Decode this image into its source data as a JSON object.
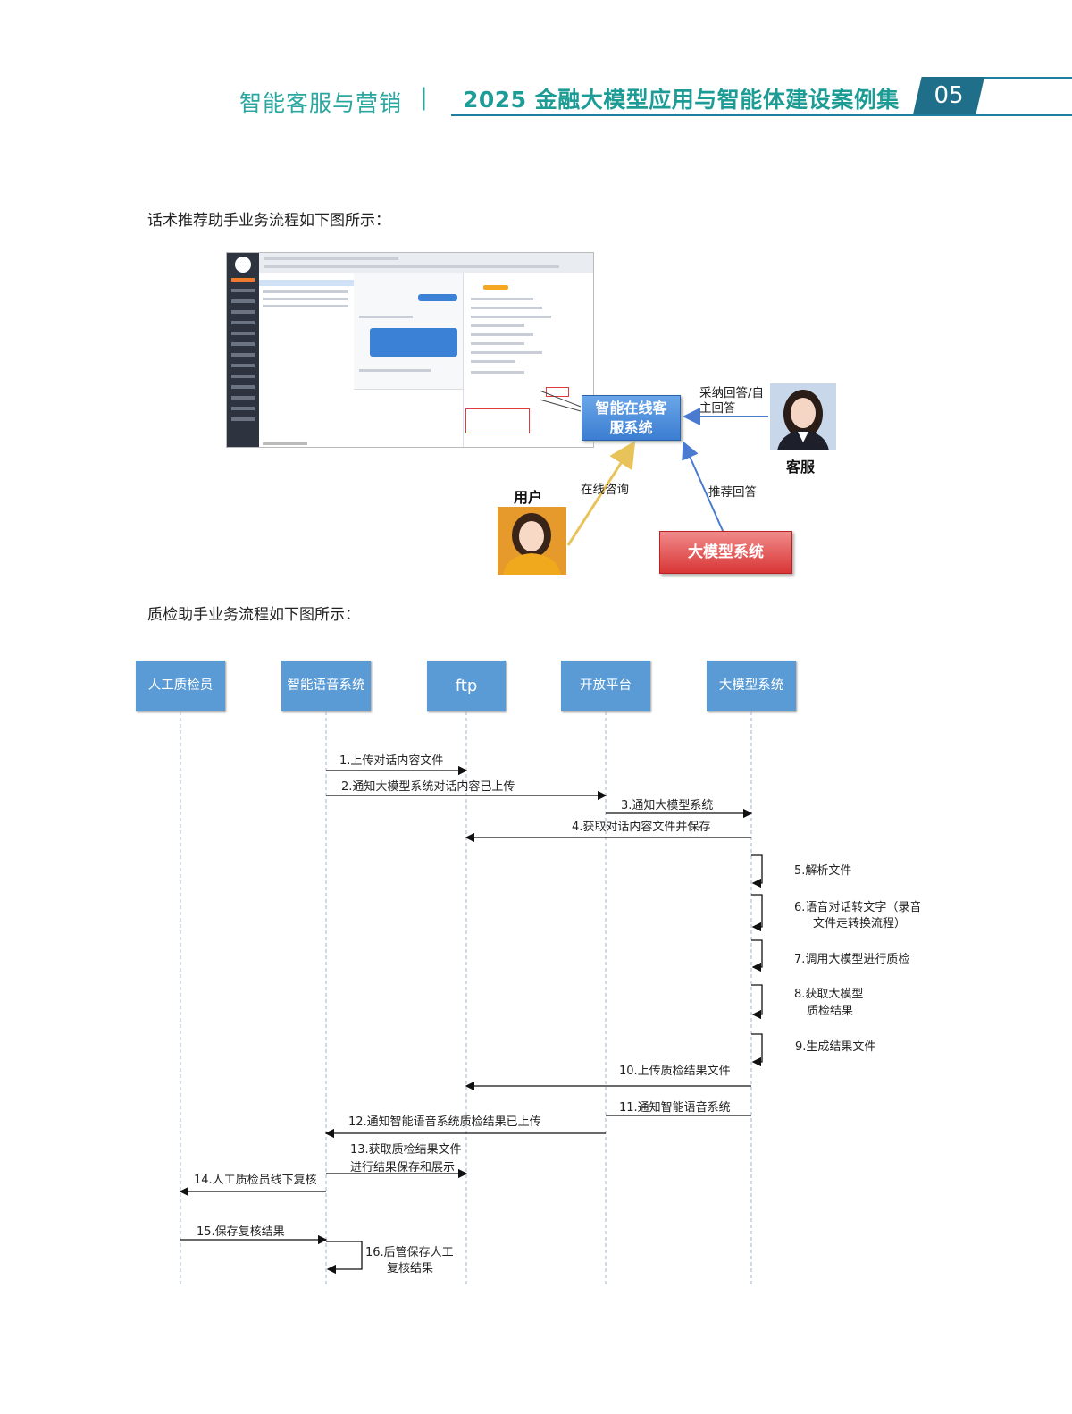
{
  "header": {
    "section": "智能客服与营销",
    "separator": "|",
    "title": "2025 金融大模型应用与智能体建设案例集",
    "page_number": "05"
  },
  "section1": {
    "caption": "话术推荐助手业务流程如下图所示：",
    "online_system": "智能在线客服系统",
    "llm_system": "大模型系统",
    "agent_label": "客服",
    "user_label": "用户",
    "adopt_label": "采纳回答/自主回答",
    "consult_label": "在线咨询",
    "recommend_label": "推荐回答"
  },
  "section2": {
    "caption": "质检助手业务流程如下图所示：",
    "lanes": [
      "人工质检员",
      "智能语音系统",
      "ftp",
      "开放平台",
      "大模型系统"
    ],
    "messages": [
      "1.上传对话内容文件",
      "2.通知大模型系统对话内容已上传",
      "3.通知大模型系统",
      "4.获取对话内容文件并保存",
      "5.解析文件",
      "6.语音对话转文字（录音",
      "文件走转换流程）",
      "7.调用大模型进行质检",
      "8.获取大模型",
      "质检结果",
      "9.生成结果文件",
      "10.上传质检结果文件",
      "11.通知智能语音系统",
      "12.通知智能语音系统质检结果已上传",
      "13.获取质检结果文件",
      "进行结果保存和展示",
      "14.人工质检员线下复核",
      "15.保存复核结果",
      "16.后管保存人工",
      "复核结果"
    ]
  },
  "colors": {
    "teal": "#2aa7a0",
    "lane_blue": "#5b9bd5",
    "online_blue": "#3b7dd1",
    "llm_red": "#d93636"
  }
}
